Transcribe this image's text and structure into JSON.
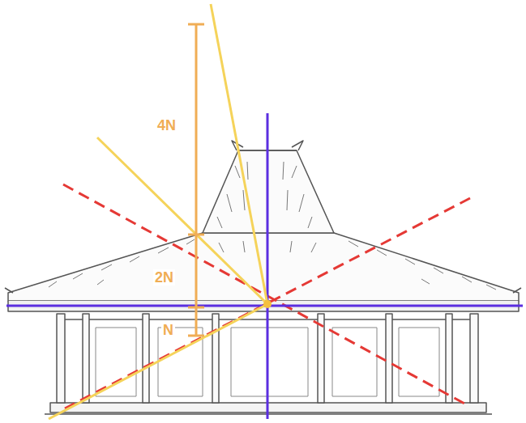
{
  "diagram": {
    "labels": [
      "4N",
      "2N",
      "N"
    ]
  }
}
